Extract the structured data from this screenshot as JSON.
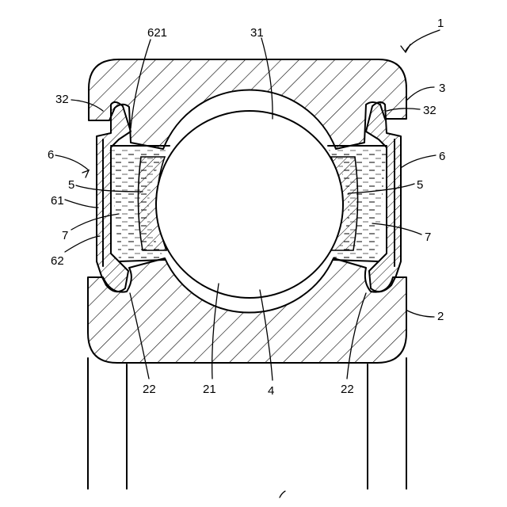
{
  "labels": {
    "assembly": "1",
    "inner_ring": "2",
    "outer_ring": "3",
    "ball": "4",
    "cage_left": "5",
    "cage_right": "5",
    "seal_left": "6",
    "seal_right": "6",
    "lubricant_left": "7",
    "lubricant_right": "7",
    "inner_raceway": "21",
    "inner_seal_groove_left": "22",
    "inner_seal_groove_right": "22",
    "outer_raceway": "31",
    "outer_seal_groove_left": "32",
    "outer_seal_groove_right": "32",
    "seal_core": "61",
    "seal_elastomer": "62",
    "seal_lip": "621"
  }
}
